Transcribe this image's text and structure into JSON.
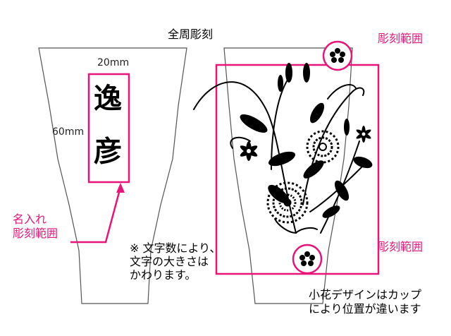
{
  "title": "全周彫刻",
  "left_cup": {
    "width_label": "20mm",
    "height_label": "60mm",
    "name_chars": [
      "逸",
      "彦"
    ],
    "callout_line1": "名入れ",
    "callout_line2": "彫刻範囲"
  },
  "right_cup": {
    "range_label_top": "彫刻範囲",
    "range_label_bottom": "彫刻範囲"
  },
  "notes": {
    "line1": "※ 文字数により、",
    "line2": "文字の大きさは",
    "line3": "かわります。",
    "flower_line1": "小花デザインはカップ",
    "flower_line2": "により位置が違います"
  },
  "colors": {
    "accent": "#e8147a",
    "outline": "#555555",
    "ink": "#000000"
  }
}
